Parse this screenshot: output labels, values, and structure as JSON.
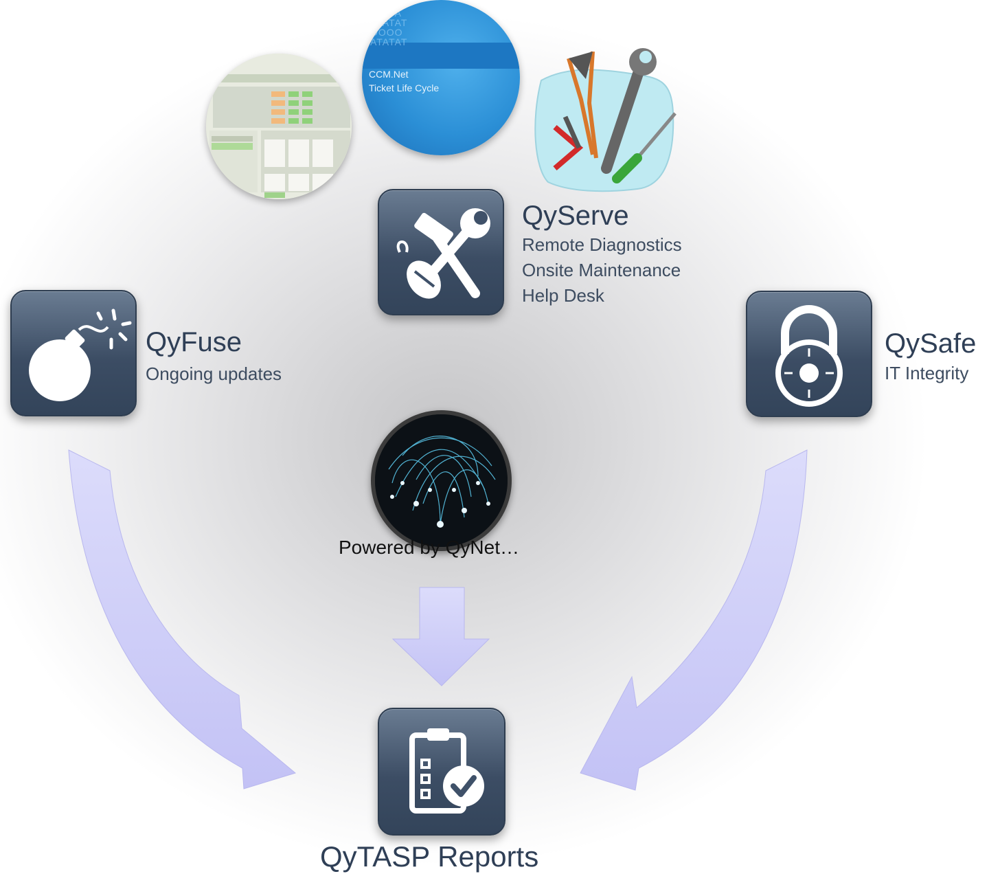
{
  "nodes": {
    "qyserve": {
      "title": "QyServe",
      "lines": [
        "Remote Diagnostics",
        "Onsite Maintenance",
        "Help Desk"
      ],
      "icon": "tools-mouse-icon"
    },
    "qyfuse": {
      "title": "QyFuse",
      "lines": [
        "Ongoing updates"
      ],
      "icon": "bomb-icon"
    },
    "qysafe": {
      "title": "QySafe",
      "lines": [
        "IT Integrity"
      ],
      "icon": "combination-lock-icon"
    },
    "qynet": {
      "caption": "Powered by QyNet…",
      "icon": "network-globe-icon"
    },
    "qytasp": {
      "title": "QyTASP Reports",
      "icon": "clipboard-check-icon"
    }
  },
  "screens": {
    "ccm": {
      "lines": [
        "CCM.Net",
        "Ticket Life Cycle"
      ]
    }
  },
  "colors": {
    "tile": "#3c4d64",
    "arrow": "#c9c8f6",
    "title": "#2f3f56"
  }
}
